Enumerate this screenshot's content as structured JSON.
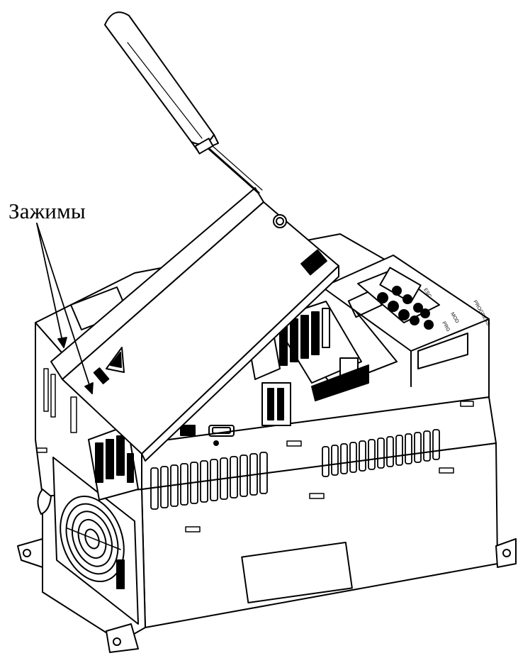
{
  "figure": {
    "callout_label": "Зажимы",
    "keypad_labels": [
      "ESC",
      "MOD",
      "PRG",
      "PROGRESS"
    ]
  }
}
